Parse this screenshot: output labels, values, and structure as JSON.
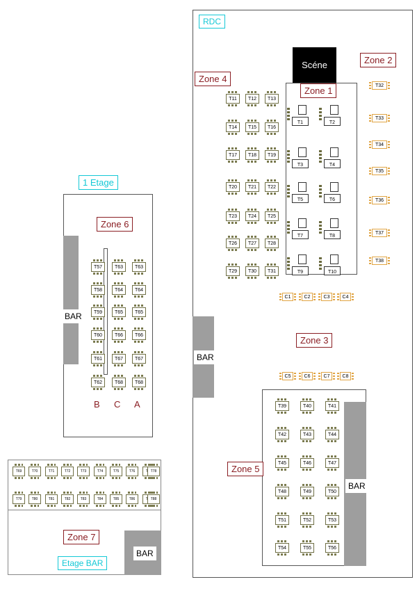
{
  "levels": {
    "rdc": "RDC",
    "etage1": "1 Etage",
    "etage_bar": "Etage BAR"
  },
  "stage": "Scéne",
  "bar_label": "BAR",
  "zones": {
    "z1": "Zone 1",
    "z2": "Zone 2",
    "z3": "Zone 3",
    "z4": "Zone 4",
    "z5": "Zone 5",
    "z6": "Zone 6",
    "z7": "Zone 7"
  },
  "rows6": {
    "b": "B",
    "c": "C",
    "a": "A"
  },
  "zone4_tables": [
    "T11",
    "T12",
    "T13",
    "T14",
    "T15",
    "T16",
    "T17",
    "T18",
    "T19",
    "T20",
    "T21",
    "T22",
    "T23",
    "T24",
    "T25",
    "T26",
    "T27",
    "T28",
    "T29",
    "T30",
    "T31"
  ],
  "zone1_tables": [
    "T1",
    "T2",
    "T3",
    "T4",
    "T5",
    "T6",
    "T7",
    "T8",
    "T9",
    "T10"
  ],
  "zone2_tables": [
    "T32",
    "T33",
    "T34",
    "T35",
    "T36",
    "T37",
    "T38"
  ],
  "zone3_top": [
    "C1",
    "C2",
    "C3",
    "C4"
  ],
  "zone3_bottom": [
    "C5",
    "C6",
    "C7",
    "C8"
  ],
  "zone5_tables": [
    "T39",
    "T40",
    "T41",
    "T42",
    "T43",
    "T44",
    "T45",
    "T46",
    "T47",
    "T48",
    "T49",
    "T50",
    "T51",
    "T52",
    "T53",
    "T54",
    "T55",
    "T56"
  ],
  "zone6_b": [
    "T57",
    "T58",
    "T59",
    "T60",
    "T61",
    "T62"
  ],
  "zone6_c": [
    "T63",
    "T64",
    "T65",
    "T66",
    "T67",
    "T68"
  ],
  "zone6_a": [
    "T63",
    "T64",
    "T65",
    "T66",
    "T67",
    "T68"
  ],
  "zone7_row1": [
    "T69",
    "T70",
    "T71",
    "T72",
    "T73",
    "T74",
    "T75",
    "T76",
    "T77",
    "T78"
  ],
  "zone7_row2": [
    "T79",
    "T80",
    "T81",
    "T82",
    "T83",
    "T84",
    "T85",
    "T86",
    "T87",
    "T88"
  ]
}
